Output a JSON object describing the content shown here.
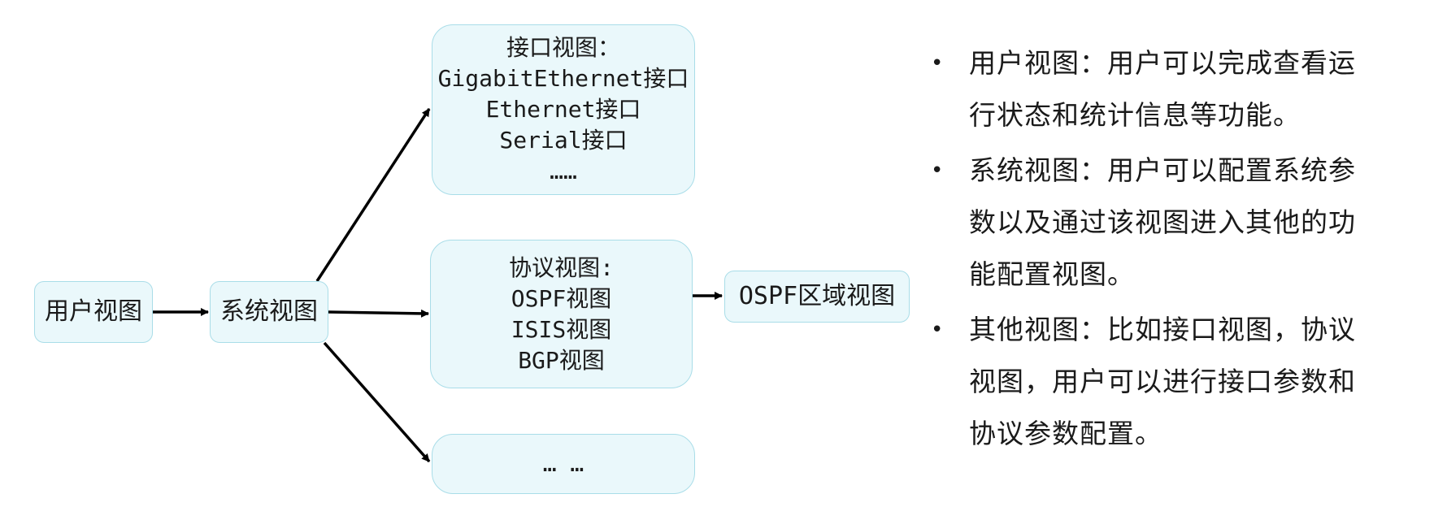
{
  "diagram": {
    "user_view": "用户视图",
    "system_view": "系统视图",
    "interface_view": {
      "lines": [
        "接口视图：",
        "GigabitEthernet接口",
        "Ethernet接口",
        "Serial接口",
        "……"
      ]
    },
    "protocol_view": {
      "lines": [
        "协议视图:",
        "OSPF视图",
        "ISIS视图",
        "BGP视图"
      ]
    },
    "other_view": "… …",
    "ospf_area_view": "OSPF区域视图"
  },
  "bullets": [
    "用户视图：用户可以完成查看运行状态和统计信息等功能。",
    "系统视图：用户可以配置系统参数以及通过该视图进入其他的功能配置视图。",
    "其他视图：比如接口视图，协议视图，用户可以进行接口参数和协议参数配置。"
  ],
  "colors": {
    "box_fill": "#eaf8fb",
    "box_border": "#a9dde8",
    "arrow": "#000000"
  }
}
